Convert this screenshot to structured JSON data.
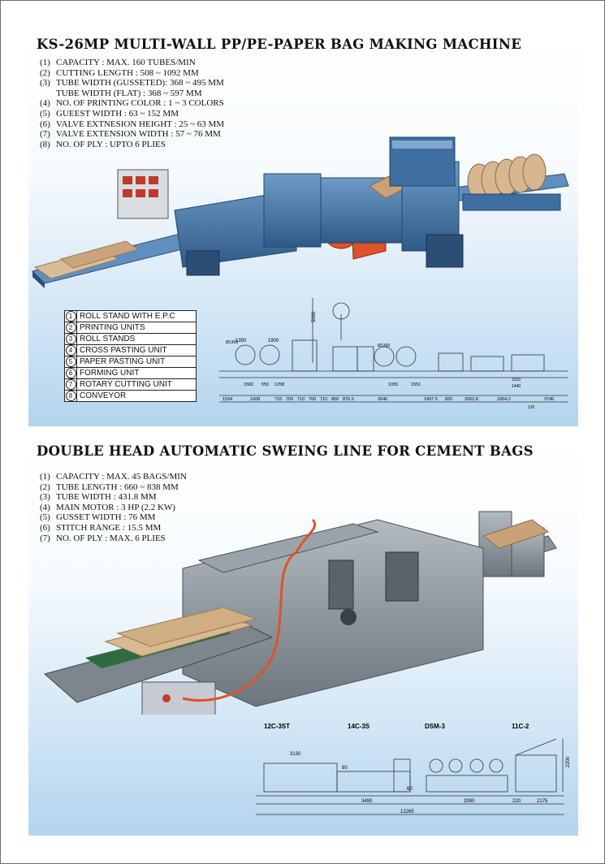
{
  "machine1": {
    "title": "KS-26MP MULTI-WALL PP/PE-PAPER BAG MAKING MACHINE",
    "specs": [
      {
        "num": "(1)",
        "text": "CAPACITY : MAX. 160 TUBES/MIN"
      },
      {
        "num": "(2)",
        "text": "CUTTING LENGTH : 508 ~ 1092 MM"
      },
      {
        "num": "(3)",
        "text": "TUBE WIDTH (GUSSETED): 368 ~ 495 MM"
      },
      {
        "num": "",
        "text": "TUBE WIDTH (FLAT) : 368 ~ 597 MM"
      },
      {
        "num": "(4)",
        "text": "NO. OF PRINTING COLOR : 1 ~ 3 COLORS"
      },
      {
        "num": "(5)",
        "text": "GUEEST WIDTH : 63 ~ 152 MM"
      },
      {
        "num": "(6)",
        "text": "VALVE EXTNESION HEIGHT : 25 ~ 63 MM"
      },
      {
        "num": "(7)",
        "text": "VALVE EXTENSION WIDTH : 57 ~ 76 MM"
      },
      {
        "num": "(8)",
        "text": "NO. OF PLY : UPTO 6 PLIES"
      }
    ],
    "legend": [
      {
        "num": "1",
        "label": "ROLL STAND WITH E.P.C"
      },
      {
        "num": "2",
        "label": "PRINTING UNITS"
      },
      {
        "num": "3",
        "label": "ROLL STANDS"
      },
      {
        "num": "4",
        "label": "CROSS PASTING UNIT"
      },
      {
        "num": "5",
        "label": "PAPER PASTING UNIT"
      },
      {
        "num": "6",
        "label": "FORMING UNIT"
      },
      {
        "num": "7",
        "label": "ROTARY CUTTING UNIT"
      },
      {
        "num": "8",
        "label": "CONVEYOR"
      }
    ],
    "drawing": {
      "height": "5000",
      "top_dims": [
        "1350",
        "1900"
      ],
      "row1": [
        "1582",
        "550",
        "1258",
        "1055",
        "1551"
      ],
      "row2": [
        "1534",
        "1608",
        "710",
        "700",
        "710",
        "700",
        "710",
        "800",
        "876.5",
        "2646",
        "1497.5",
        "820",
        "2062.8",
        "1854.2",
        "3745"
      ],
      "side": [
        "1150",
        "1440"
      ],
      "small": "125",
      "diam1": "Ø1300",
      "diam2": "Ø1300"
    }
  },
  "machine2": {
    "title": "DOUBLE HEAD AUTOMATIC SWEING LINE FOR CEMENT BAGS",
    "specs": [
      {
        "num": "(1)",
        "text": "CAPACITY : MAX. 45 BAGS/MIN"
      },
      {
        "num": "(2)",
        "text": "TUBE LENGTH : 660 ~ 838 MM"
      },
      {
        "num": "(3)",
        "text": "TUBE WIDTH : 431.8 MM"
      },
      {
        "num": "(4)",
        "text": "MAIN MOTOR : 3 HP (2.2 KW)"
      },
      {
        "num": "(5)",
        "text": "GUSSET WIDTH : 76 MM"
      },
      {
        "num": "(6)",
        "text": "STITCH RANGE : 15.5 MM"
      },
      {
        "num": "(7)",
        "text": "NO. OF PLY : MAX. 6 PLIES"
      }
    ],
    "units": [
      "12C-3ST",
      "14C-3S",
      "DSM-3",
      "11C-2"
    ],
    "dims": {
      "d3130": "3130",
      "d80": "80",
      "d60": "60",
      "d3490": "3490",
      "d3390": "3390",
      "d220": "220",
      "d2175": "2175",
      "d12265": "12265",
      "d2200": "2200"
    }
  },
  "colors": {
    "machine_blue": "#3f6ea0",
    "machine_gray": "#8d969c",
    "accent_orange": "#e0522a",
    "paper_tan": "#c9a27a",
    "panel_blue": "#b3d4ee"
  }
}
